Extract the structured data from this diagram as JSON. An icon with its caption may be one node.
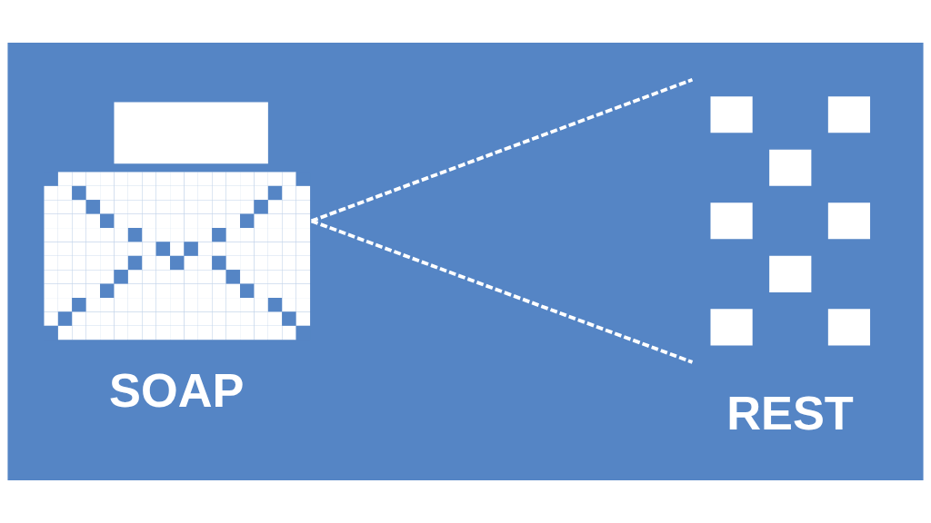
{
  "diagram": {
    "nodes": [
      {
        "text": [],
        "shape": "picture",
        "beside": [
          "SOAP"
        ]
      },
      {
        "text": [],
        "shape": "picture",
        "beside": [
          "REST"
        ]
      }
    ],
    "edges": [
      {
        "from": 0,
        "to": 1,
        "arrow": "none",
        "style": "dashed"
      },
      {
        "from": 0,
        "to": 1,
        "arrow": "none",
        "style": "dashed"
      }
    ]
  }
}
